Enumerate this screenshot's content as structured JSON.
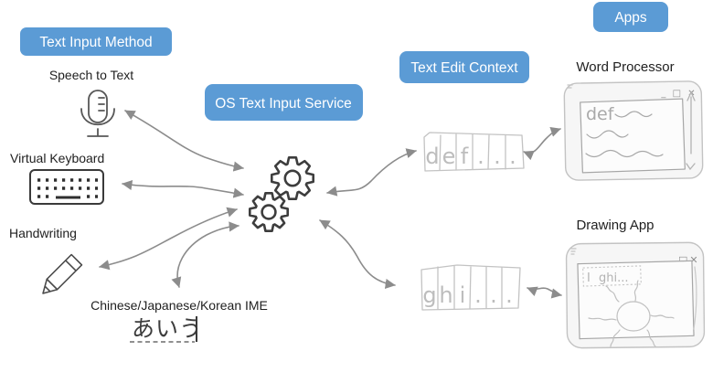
{
  "pills": {
    "text_input_method": "Text Input Method",
    "os_text_input_service": "OS Text Input Service",
    "text_edit_context": "Text Edit Context",
    "apps": "Apps"
  },
  "input_methods": {
    "speech": {
      "label": "Speech to Text",
      "icon": "microphone-icon"
    },
    "keyboard": {
      "label": "Virtual Keyboard",
      "icon": "keyboard-icon"
    },
    "handwriting": {
      "label": "Handwriting",
      "icon": "pencil-icon"
    },
    "ime": {
      "label": "Chinese/Japanese/Korean IME",
      "composition_text": "あいう"
    }
  },
  "service": {
    "icon": "gears-icon"
  },
  "edit_contexts": {
    "context1": {
      "cells": [
        "d",
        "e",
        "f",
        ".",
        ".",
        "."
      ]
    },
    "context2": {
      "cells": [
        "g",
        "h",
        "i",
        ".",
        ".",
        "."
      ]
    }
  },
  "apps": {
    "word_processor": {
      "label": "Word Processor",
      "document_text": "def",
      "window_controls": "_ □ ✕"
    },
    "drawing_app": {
      "label": "Drawing App",
      "cursor_glyph": "I",
      "textbox_text": "ghi...",
      "window_controls": "_□✕"
    }
  },
  "colors": {
    "pill_blue": "#5B9BD5",
    "pill_text": "#FFFFFF",
    "arrow_gray": "#8C8C8C",
    "sketch_gray": "#C3C3C3",
    "icon_dark": "#3D3D3D"
  }
}
